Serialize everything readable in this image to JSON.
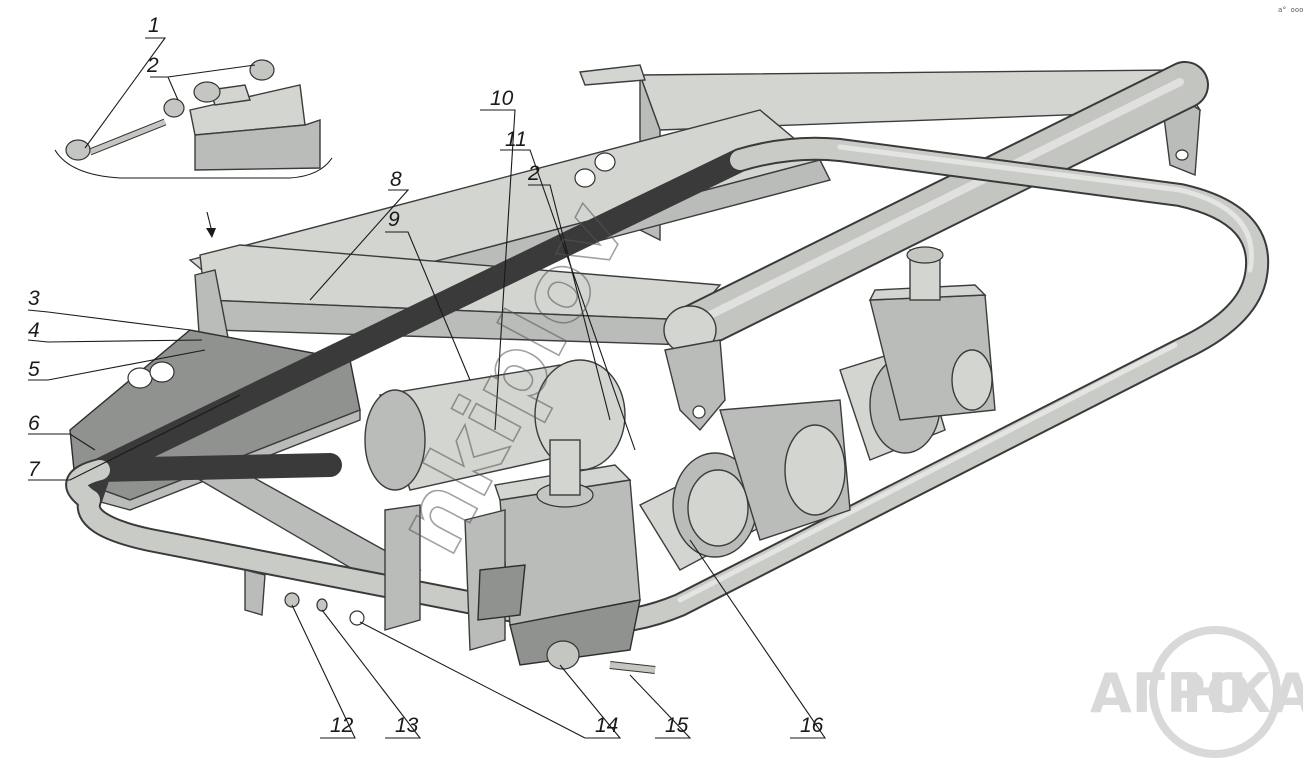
{
  "callouts": [
    {
      "id": "1",
      "label": "1"
    },
    {
      "id": "2a",
      "label": "2"
    },
    {
      "id": "2b",
      "label": "2"
    },
    {
      "id": "3",
      "label": "3"
    },
    {
      "id": "4",
      "label": "4"
    },
    {
      "id": "5",
      "label": "5"
    },
    {
      "id": "6",
      "label": "6"
    },
    {
      "id": "7",
      "label": "7"
    },
    {
      "id": "8",
      "label": "8"
    },
    {
      "id": "9",
      "label": "9"
    },
    {
      "id": "10",
      "label": "10"
    },
    {
      "id": "11",
      "label": "11"
    },
    {
      "id": "12",
      "label": "12"
    },
    {
      "id": "13",
      "label": "13"
    },
    {
      "id": "14",
      "label": "14"
    },
    {
      "id": "15",
      "label": "15"
    },
    {
      "id": "16",
      "label": "16"
    }
  ],
  "watermark": {
    "text": "nkiplov"
  },
  "logo": {
    "left": "АГРО",
    "right": "НКА",
    "ring_color": "#d9d9d9"
  },
  "corner_mark": {
    "text": "a° ooo"
  },
  "colors": {
    "metal": "#b9bcb8",
    "line": "#3c3c3c",
    "background": "#ffffff"
  }
}
